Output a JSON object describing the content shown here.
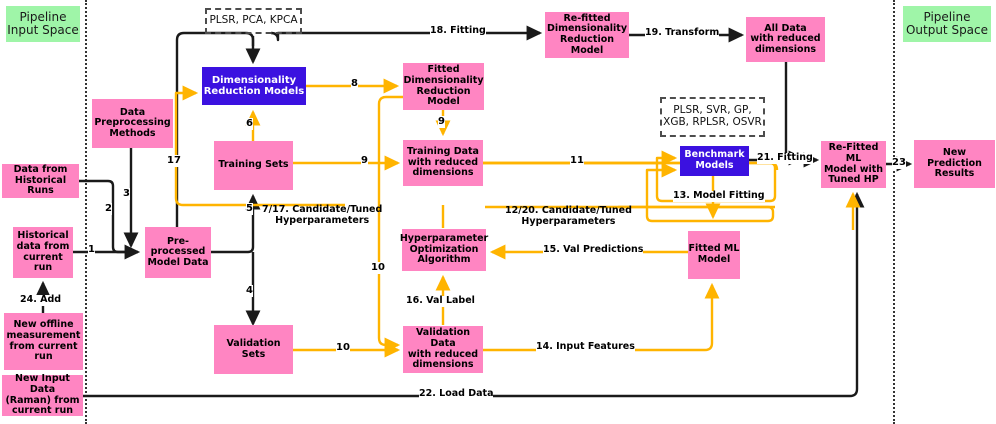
{
  "diagram": {
    "title": "ML pipeline flowchart",
    "colors": {
      "pink": "#ff85c2",
      "blue": "#3b11e0",
      "green": "#9ff5a8",
      "black_arrow": "#1a1a1a",
      "yellow_arrow": "#ffb400",
      "dashed_border": "#4d4d4d"
    },
    "zones": [
      {
        "name": "input-space",
        "label": "Pipeline\nInput Space"
      },
      {
        "name": "output-space",
        "label": "Pipeline\nOutput Space"
      }
    ],
    "nodes": [
      {
        "id": "methods_dr",
        "label": "PLSR, PCA, KPCA",
        "style": "dashed"
      },
      {
        "id": "dr_models",
        "label": "Dimensionality\nReduction Models",
        "style": "blue"
      },
      {
        "id": "data_preproc",
        "label": "Data\nPreprocessing\nMethods",
        "style": "pink"
      },
      {
        "id": "data_hist_runs",
        "label": "Data from\nHistorical Runs",
        "style": "pink"
      },
      {
        "id": "hist_current",
        "label": "Historical\ndata from\ncurrent run",
        "style": "pink"
      },
      {
        "id": "new_offline",
        "label": "New offline\nmeasurement\nfrom current\nrun",
        "style": "pink"
      },
      {
        "id": "new_input",
        "label": "New Input Data\n(Raman) from\ncurrent run",
        "style": "pink"
      },
      {
        "id": "preprocessed",
        "label": "Pre-\nprocessed\nModel Data",
        "style": "pink"
      },
      {
        "id": "training_sets",
        "label": "Training Sets",
        "style": "pink"
      },
      {
        "id": "validation_sets",
        "label": "Validation Sets",
        "style": "pink"
      },
      {
        "id": "fitted_dr",
        "label": "Fitted\nDimensionality\nReduction Model",
        "style": "pink"
      },
      {
        "id": "refitted_dr",
        "label": "Re-fitted\nDimensionality\nReduction Model",
        "style": "pink"
      },
      {
        "id": "all_data_red",
        "label": "All Data\nwith reduced\ndimensions",
        "style": "pink"
      },
      {
        "id": "train_data_red",
        "label": "Training Data\nwith reduced\ndimensions",
        "style": "pink"
      },
      {
        "id": "val_data_red",
        "label": "Validation Data\nwith reduced\ndimensions",
        "style": "pink"
      },
      {
        "id": "methods_ml",
        "label": "PLSR, SVR, GP,\nXGB, RPLSR, OSVR",
        "style": "dashed"
      },
      {
        "id": "benchmark",
        "label": "Benchmark\nModels",
        "style": "blue"
      },
      {
        "id": "hpo",
        "label": "Hyperparameter\nOptimization\nAlgorithm",
        "style": "pink"
      },
      {
        "id": "fitted_ml",
        "label": "Fitted ML\nModel",
        "style": "pink"
      },
      {
        "id": "refitted_ml",
        "label": "Re-Fitted ML\nModel with\nTuned HP",
        "style": "pink"
      },
      {
        "id": "new_pred",
        "label": "New Prediction\nResults",
        "style": "pink"
      }
    ],
    "edge_labels": [
      {
        "id": "e1",
        "text": "1"
      },
      {
        "id": "e2",
        "text": "2"
      },
      {
        "id": "e3",
        "text": "3"
      },
      {
        "id": "e4",
        "text": "4"
      },
      {
        "id": "e5",
        "text": "5"
      },
      {
        "id": "e6",
        "text": "6"
      },
      {
        "id": "e7",
        "text": "7/17. Candidate/Tuned\nHyperparameters"
      },
      {
        "id": "e8",
        "text": "8"
      },
      {
        "id": "e9a",
        "text": "9"
      },
      {
        "id": "e9b",
        "text": "9"
      },
      {
        "id": "e10a",
        "text": "10"
      },
      {
        "id": "e10b",
        "text": "10"
      },
      {
        "id": "e11",
        "text": "11"
      },
      {
        "id": "e12",
        "text": "12/20. Candidate/Tuned\nHyperparameters"
      },
      {
        "id": "e13",
        "text": "13. Model Fitting"
      },
      {
        "id": "e14",
        "text": "14. Input Features"
      },
      {
        "id": "e15",
        "text": "15. Val Predictions"
      },
      {
        "id": "e16",
        "text": "16. Val Label"
      },
      {
        "id": "e17",
        "text": "17"
      },
      {
        "id": "e18",
        "text": "18. Fitting"
      },
      {
        "id": "e19",
        "text": "19. Transform"
      },
      {
        "id": "e21",
        "text": "21. Fitting"
      },
      {
        "id": "e22",
        "text": "22. Load Data"
      },
      {
        "id": "e23",
        "text": "23"
      },
      {
        "id": "e24",
        "text": "24. Add"
      }
    ]
  }
}
